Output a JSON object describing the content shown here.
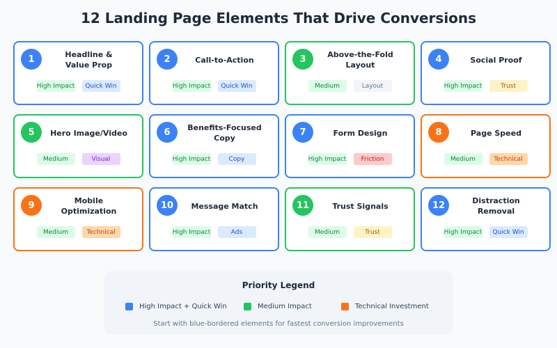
{
  "title": "12 Landing Page Elements That Drive Conversions",
  "colors": {
    "blue": "#3b82f6",
    "green": "#22c55e",
    "orange": "#f97316"
  },
  "cards": [
    {
      "number": "1",
      "title": "Headline &\nValue Prop",
      "color": "blue",
      "tags": [
        {
          "label": "High Impact",
          "style": "impact-high"
        },
        {
          "label": "Quick Win",
          "style": "cat-blue"
        }
      ]
    },
    {
      "number": "2",
      "title": "Call-to-Action",
      "color": "blue",
      "tags": [
        {
          "label": "High Impact",
          "style": "impact-high"
        },
        {
          "label": "Quick Win",
          "style": "cat-blue"
        }
      ]
    },
    {
      "number": "3",
      "title": "Above-the-Fold\nLayout",
      "color": "green",
      "tags": [
        {
          "label": "Medium",
          "style": "impact-medium"
        },
        {
          "label": "Layout",
          "style": "cat-gray"
        }
      ]
    },
    {
      "number": "4",
      "title": "Social Proof",
      "color": "blue",
      "tags": [
        {
          "label": "High Impact",
          "style": "impact-high"
        },
        {
          "label": "Trust",
          "style": "cat-yellow"
        }
      ]
    },
    {
      "number": "5",
      "title": "Hero Image/Video",
      "color": "green",
      "tags": [
        {
          "label": "Medium",
          "style": "impact-medium"
        },
        {
          "label": "Visual",
          "style": "cat-purple"
        }
      ]
    },
    {
      "number": "6",
      "title": "Benefits-Focused\nCopy",
      "color": "blue",
      "tags": [
        {
          "label": "High Impact",
          "style": "impact-high"
        },
        {
          "label": "Copy",
          "style": "cat-blue"
        }
      ]
    },
    {
      "number": "7",
      "title": "Form Design",
      "color": "blue",
      "tags": [
        {
          "label": "High Impact",
          "style": "impact-high"
        },
        {
          "label": "Friction",
          "style": "cat-red"
        }
      ]
    },
    {
      "number": "8",
      "title": "Page Speed",
      "color": "orange",
      "tags": [
        {
          "label": "Medium",
          "style": "impact-medium"
        },
        {
          "label": "Technical",
          "style": "cat-orange"
        }
      ]
    },
    {
      "number": "9",
      "title": "Mobile\nOptimization",
      "color": "orange",
      "tags": [
        {
          "label": "Medium",
          "style": "impact-medium"
        },
        {
          "label": "Technical",
          "style": "cat-orange"
        }
      ]
    },
    {
      "number": "10",
      "title": "Message Match",
      "color": "blue",
      "tags": [
        {
          "label": "High Impact",
          "style": "impact-high"
        },
        {
          "label": "Ads",
          "style": "cat-blue"
        }
      ]
    },
    {
      "number": "11",
      "title": "Trust Signals",
      "color": "green",
      "tags": [
        {
          "label": "Medium",
          "style": "impact-medium"
        },
        {
          "label": "Trust",
          "style": "cat-yellow"
        }
      ]
    },
    {
      "number": "12",
      "title": "Distraction\nRemoval",
      "color": "blue",
      "tags": [
        {
          "label": "High Impact",
          "style": "impact-high"
        },
        {
          "label": "Quick Win",
          "style": "cat-blue"
        }
      ]
    }
  ],
  "legend": {
    "title": "Priority Legend",
    "items": [
      {
        "label": "High Impact + Quick Win",
        "color": "#3b82f6"
      },
      {
        "label": "Medium Impact",
        "color": "#22c55e"
      },
      {
        "label": "Technical Investment",
        "color": "#f97316"
      }
    ],
    "note": "Start with blue-bordered elements for fastest conversion improvements"
  }
}
